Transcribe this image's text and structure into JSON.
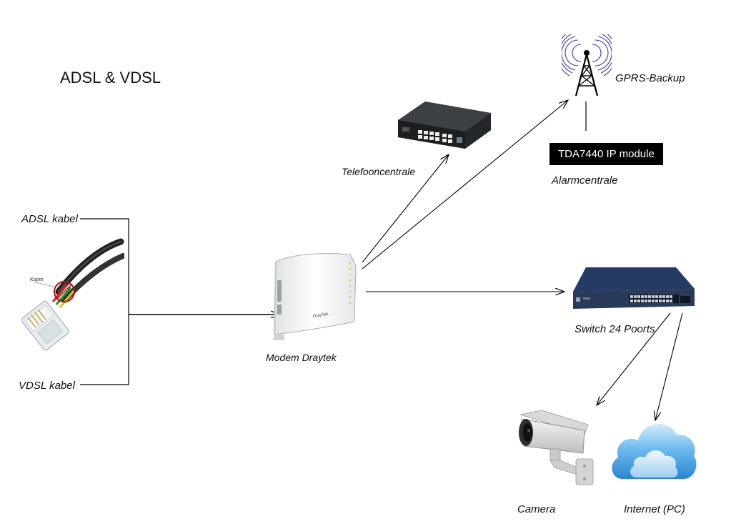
{
  "title": "ADSL & VDSL",
  "labels": {
    "adsl": "ADSL kabel",
    "vdsl": "VDSL kabel",
    "koper": "Koper",
    "modem": "Modem Draytek",
    "modem_brand": "DrayTek",
    "telefoon": "Telefooncentrale",
    "gprs": "GPRS-Backup",
    "alarm": "Alarmcentrale",
    "switch": "Switch 24 Poorts",
    "camera": "Camera",
    "internet": "Internet (PC)"
  },
  "module": {
    "name": "TDA7440 IP module"
  },
  "icons": [
    "rj11-cable-icon",
    "draytek-modem-icon",
    "phone-switch-icon",
    "radio-tower-icon",
    "network-switch-icon",
    "security-camera-icon",
    "cloud-icon"
  ],
  "colors": {
    "tower_waves": "#3b3bb0",
    "switch_body": "#1d3155",
    "cloud": "#3a9be0",
    "module_bg": "#000000"
  }
}
